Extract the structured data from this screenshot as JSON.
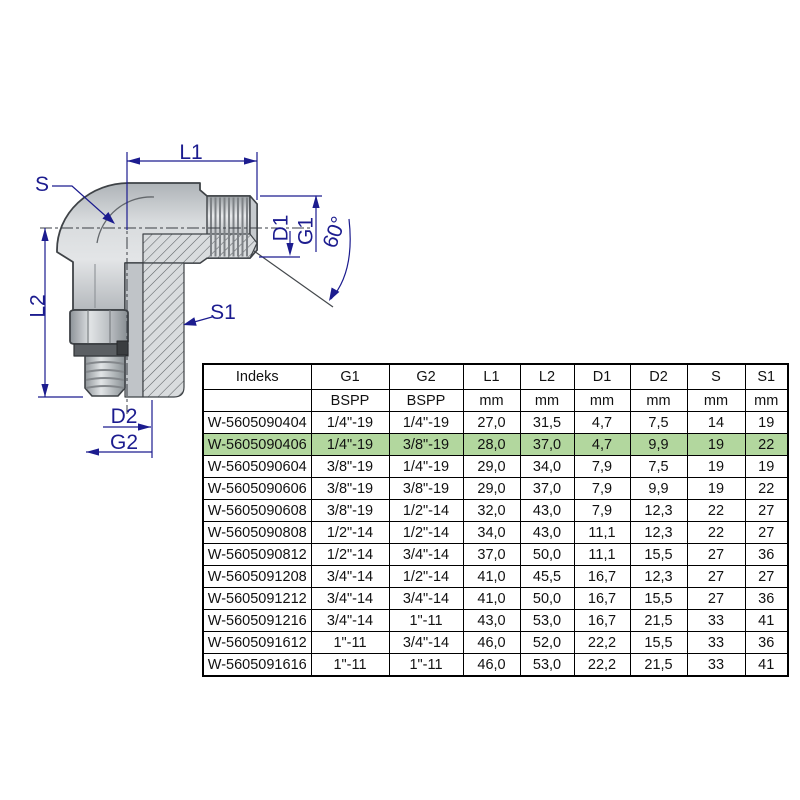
{
  "drawing": {
    "labels": {
      "s": "S",
      "l1": "L1",
      "l2": "L2",
      "d1": "D1",
      "g1": "G1",
      "angle": "60°",
      "s1": "S1",
      "d2": "D2",
      "g2": "G2"
    },
    "colors": {
      "dimension_blue": "#1c1c8f",
      "outline_gray": "#3f4347",
      "highlight_green": "#b2d79e"
    }
  },
  "table": {
    "columns": [
      "Indeks",
      "G1",
      "G2",
      "L1",
      "L2",
      "D1",
      "D2",
      "S",
      "S1"
    ],
    "units_row": [
      "",
      "BSPP",
      "BSPP",
      "mm",
      "mm",
      "mm",
      "mm",
      "mm",
      "mm"
    ],
    "highlighted_row": "W-5605090406",
    "rows": [
      [
        "W-5605090404",
        "1/4\"-19",
        "1/4\"-19",
        "27,0",
        "31,5",
        "4,7",
        "7,5",
        "14",
        "19"
      ],
      [
        "W-5605090406",
        "1/4\"-19",
        "3/8\"-19",
        "28,0",
        "37,0",
        "4,7",
        "9,9",
        "19",
        "22"
      ],
      [
        "W-5605090604",
        "3/8\"-19",
        "1/4\"-19",
        "29,0",
        "34,0",
        "7,9",
        "7,5",
        "19",
        "19"
      ],
      [
        "W-5605090606",
        "3/8\"-19",
        "3/8\"-19",
        "29,0",
        "37,0",
        "7,9",
        "9,9",
        "19",
        "22"
      ],
      [
        "W-5605090608",
        "3/8\"-19",
        "1/2\"-14",
        "32,0",
        "43,0",
        "7,9",
        "12,3",
        "22",
        "27"
      ],
      [
        "W-5605090808",
        "1/2\"-14",
        "1/2\"-14",
        "34,0",
        "43,0",
        "11,1",
        "12,3",
        "22",
        "27"
      ],
      [
        "W-5605090812",
        "1/2\"-14",
        "3/4\"-14",
        "37,0",
        "50,0",
        "11,1",
        "15,5",
        "27",
        "36"
      ],
      [
        "W-5605091208",
        "3/4\"-14",
        "1/2\"-14",
        "41,0",
        "45,5",
        "16,7",
        "12,3",
        "27",
        "27"
      ],
      [
        "W-5605091212",
        "3/4\"-14",
        "3/4\"-14",
        "41,0",
        "50,0",
        "16,7",
        "15,5",
        "27",
        "36"
      ],
      [
        "W-5605091216",
        "3/4\"-14",
        "1\"-11",
        "43,0",
        "53,0",
        "16,7",
        "21,5",
        "33",
        "41"
      ],
      [
        "W-5605091612",
        "1\"-11",
        "3/4\"-14",
        "46,0",
        "52,0",
        "22,2",
        "15,5",
        "33",
        "36"
      ],
      [
        "W-5605091616",
        "1\"-11",
        "1\"-11",
        "46,0",
        "53,0",
        "22,2",
        "21,5",
        "33",
        "41"
      ]
    ]
  }
}
